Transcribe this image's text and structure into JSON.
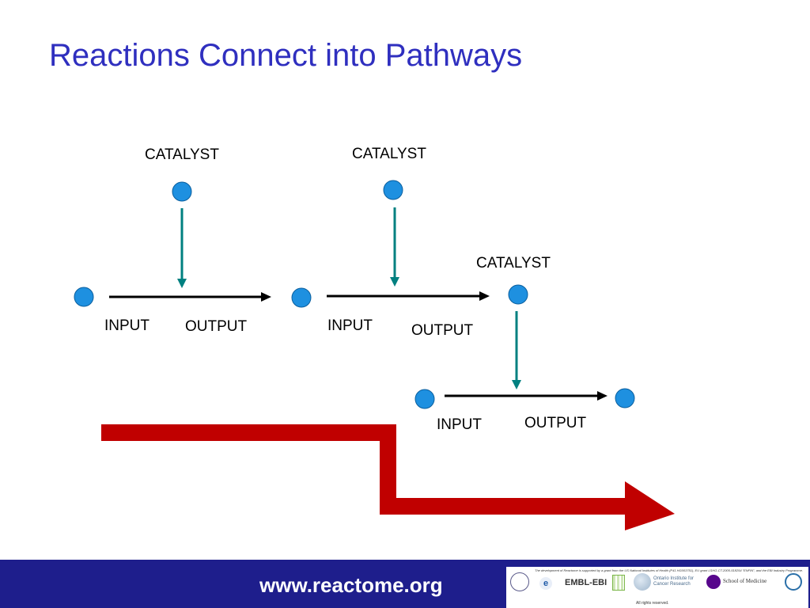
{
  "slide": {
    "title": "Reactions Connect into Pathways"
  },
  "diagram": {
    "node_color": "#1e90e0",
    "catalyst_arrow_color": "#008080",
    "reaction_arrow_color": "#000000",
    "pathway_arrow_color": "#c00000",
    "labels": {
      "catalyst_1": "CATALYST",
      "catalyst_2": "CATALYST",
      "catalyst_3": "CATALYST",
      "input_1": "INPUT",
      "output_1": "OUTPUT",
      "input_2": "INPUT",
      "output_2": "OUTPUT",
      "input_3": "INPUT",
      "output_3": "OUTPUT"
    }
  },
  "footer": {
    "background": "#1e1e8c",
    "url": "www.reactome.org",
    "funding_note": "The development of Reactome is supported by a grant from the US National Institutes of Health (P41 HG003751), EU grant LSHG-CT-2005-518254 \"ENFIN\", and the EBI Industry Programme.",
    "logos": {
      "embl_ebi": "EMBL-EBI",
      "oicr": "Ontario Institute for Cancer Research",
      "nyu": "School of Medicine"
    },
    "rights": "All rights reserved."
  }
}
